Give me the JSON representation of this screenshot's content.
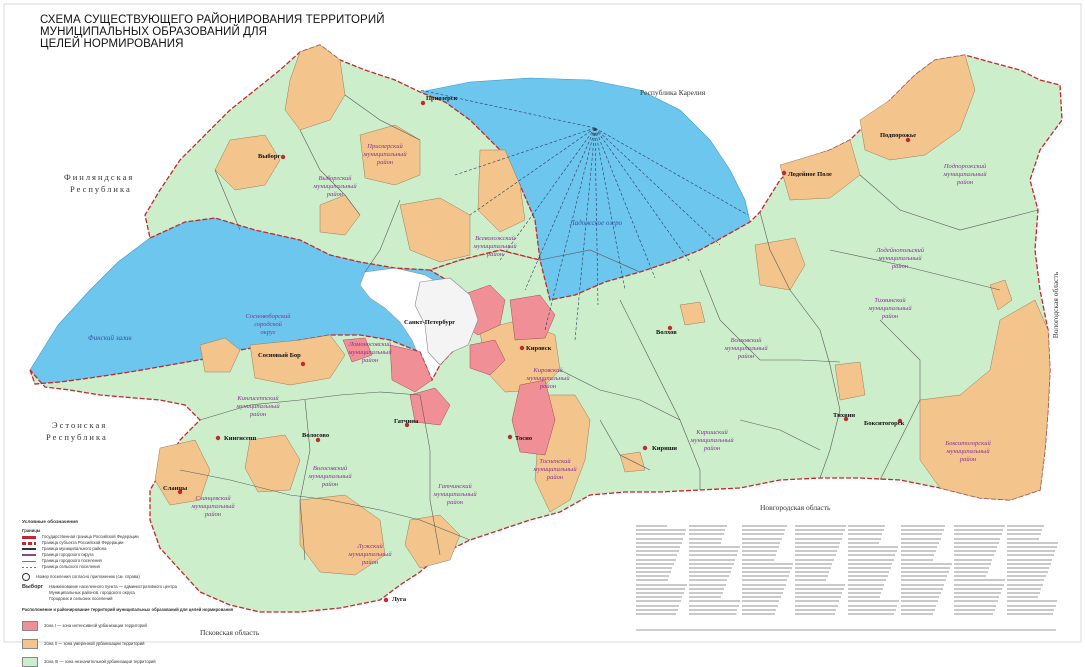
{
  "title_lines": [
    "СХЕМА СУЩЕСТВУЮЩЕГО РАЙОНИРОВАНИЯ ТЕРРИТОРИЙ",
    "МУНИЦИПАЛЬНЫХ ОБРАЗОВАНИЙ ДЛЯ",
    "ЦЕЛЕЙ НОРМИРОВАНИЯ"
  ],
  "neighbors": {
    "karelia": "Республика Карелия",
    "finland_1": "Финляндская",
    "finland_2": "Республика",
    "estonia_1": "Эстонская",
    "estonia_2": "Республика",
    "vologda": "Вологодская область",
    "novgorod": "Новгородская область",
    "pskov": "Псковская область"
  },
  "water": {
    "gulf": "Финский залив",
    "ladoga": "Ладожское озеро"
  },
  "cities": {
    "priozersk": "Приозерск",
    "vyborg": "Выборг",
    "spb": "Санкт-Петербург",
    "sosnovy_bor": "Сосновый Бор",
    "kirovsk": "Кировск",
    "volkhov": "Волхов",
    "kingisepp": "Кингисепп",
    "slantsy": "Сланцы",
    "gatchina": "Гатчина",
    "volosovo": "Волосово",
    "tosno": "Тосно",
    "kirishi": "Кириши",
    "luga": "Луга",
    "lodeynoye_pole": "Лодейное Поле",
    "podporozhye": "Подпорожье",
    "tikhvin": "Тихвин",
    "boksitogorsk": "Бокситогорск"
  },
  "districts": {
    "priozersky": [
      "Приозерский",
      "муниципальный",
      "район"
    ],
    "vyborgsky": [
      "Выборгский",
      "муниципальный",
      "район"
    ],
    "vsevolozhsky": [
      "Всеволожский",
      "муниципальный",
      "район"
    ],
    "sosnovoborsky": [
      "Сосновоборский",
      "городской",
      "округ"
    ],
    "lomonosovsky": [
      "Ломоносовский",
      "муниципальный",
      "район"
    ],
    "kingiseppsky": [
      "Кингисеппский",
      "муниципальный",
      "район"
    ],
    "slantsevsky": [
      "Сланцевский",
      "муниципальный",
      "район"
    ],
    "volosovsky": [
      "Волосовский",
      "муниципальный",
      "район"
    ],
    "gatchinsky": [
      "Гатчинский",
      "муниципальный",
      "район"
    ],
    "tosnensky": [
      "Тосненский",
      "муниципальный",
      "район"
    ],
    "kirovsky": [
      "Кировский",
      "муниципальный",
      "район"
    ],
    "kirishsky": [
      "Киришский",
      "муниципальный",
      "район"
    ],
    "volkhovsky": [
      "Волховский",
      "муниципальный",
      "район"
    ],
    "luzhsky": [
      "Лужский",
      "муниципальный",
      "район"
    ],
    "lodeynopolsky": [
      "Лодейнопольский",
      "муниципальный",
      "район"
    ],
    "podporozhsky": [
      "Подпорожский",
      "муниципальный",
      "район"
    ],
    "tikhvinsky": [
      "Тихвинский",
      "муниципальный",
      "район"
    ],
    "boksitogorsky": [
      "Бокситогорский",
      "муниципальный",
      "район"
    ]
  },
  "legend": {
    "heading": "Условные обозначения",
    "boundaries_heading": "Границы",
    "lines": [
      "Государственная граница Российской Федерации",
      "Граница субъекта Российской Федерации",
      "Граница муниципального района",
      "Граница городского округа",
      "Граница городского поселения",
      "Граница сельского поселения"
    ],
    "numbers_note": "Номер поселения согласно приложению (см. справа)",
    "centers_note": "Наименование населенного пункта — административного центра",
    "centers_sub": "Муниципальных районов, городского округа",
    "centers_sub2": "Городских и сельских поселений",
    "sample_city": "Выборг",
    "zones_heading": "Расположение и районирование территорий муниципальных образований для целей нормирования",
    "zones": [
      {
        "label": "Зона I — зона интенсивной урбанизации территорий",
        "color": "#f08f95"
      },
      {
        "label": "Зона II — зона умеренной урбанизации территорий",
        "color": "#f3c58c"
      },
      {
        "label": "Зона III — зона незначительной урбанизации территорий",
        "color": "#cdeecb"
      }
    ]
  },
  "colors": {
    "water": "#6cc6ee",
    "zone1": "#f08f95",
    "zone2": "#f3c58c",
    "zone3": "#cdeecb",
    "district_label": "#8a2f97",
    "border": "#c2282f"
  }
}
